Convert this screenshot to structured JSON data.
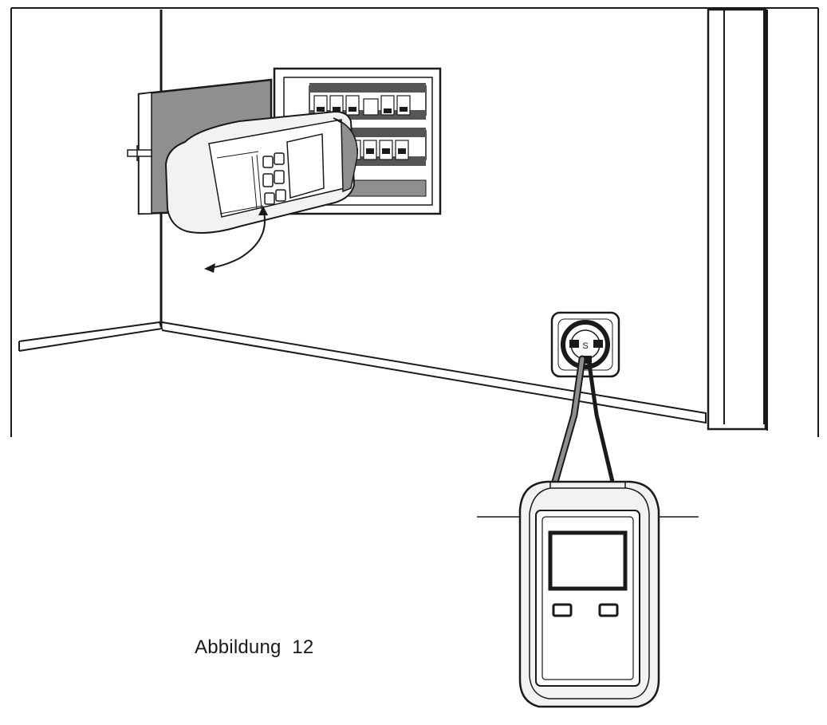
{
  "figure": {
    "caption": "Abbildung  12",
    "socket_mark": "S"
  },
  "colors": {
    "line": "#1a1a1a",
    "panel_gray": "#8f8f8f",
    "breaker_bar": "#555555",
    "device_face": "#f2f2f2",
    "paper": "#ffffff"
  },
  "icons": [
    "fuse-box",
    "stud-finder-device",
    "rotation-arrow",
    "wall-socket",
    "socket-tester-device",
    "test-leads"
  ]
}
